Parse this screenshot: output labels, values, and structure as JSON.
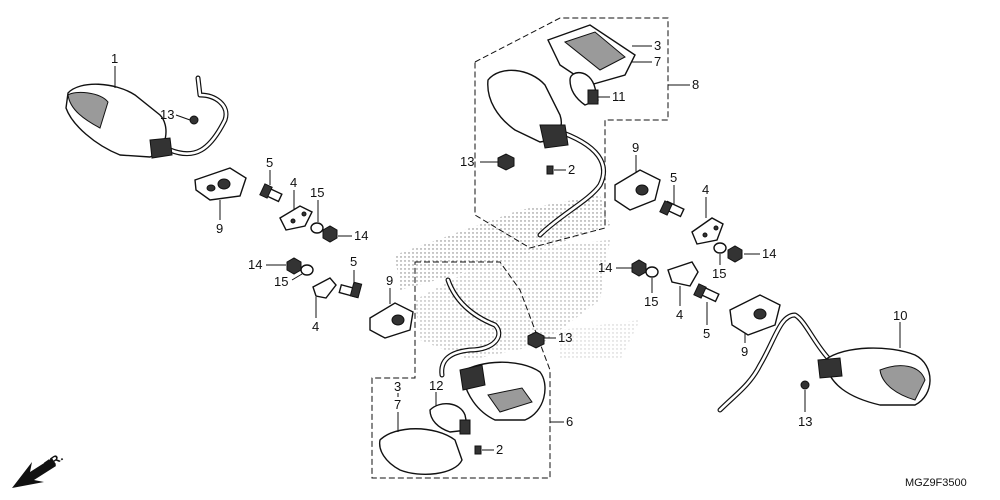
{
  "diagram": {
    "code": "MGZ9F3500",
    "direction_label": "FR."
  },
  "callouts": {
    "c1": "1",
    "c2a": "2",
    "c2b": "2",
    "c3a": "3",
    "c3b": "3",
    "c4a": "4",
    "c4b": "4",
    "c4c": "4",
    "c4d": "4",
    "c5a": "5",
    "c5b": "5",
    "c5c": "5",
    "c5d": "5",
    "c6": "6",
    "c7a": "7",
    "c7b": "7",
    "c8": "8",
    "c9a": "9",
    "c9b": "9",
    "c9c": "9",
    "c9d": "9",
    "c10": "10",
    "c11": "11",
    "c12": "12",
    "c13a": "13",
    "c13b": "13",
    "c13c": "13",
    "c13d": "13",
    "c14a": "14",
    "c14b": "14",
    "c14c": "14",
    "c14d": "14",
    "c15a": "15",
    "c15b": "15",
    "c15c": "15",
    "c15d": "15"
  }
}
